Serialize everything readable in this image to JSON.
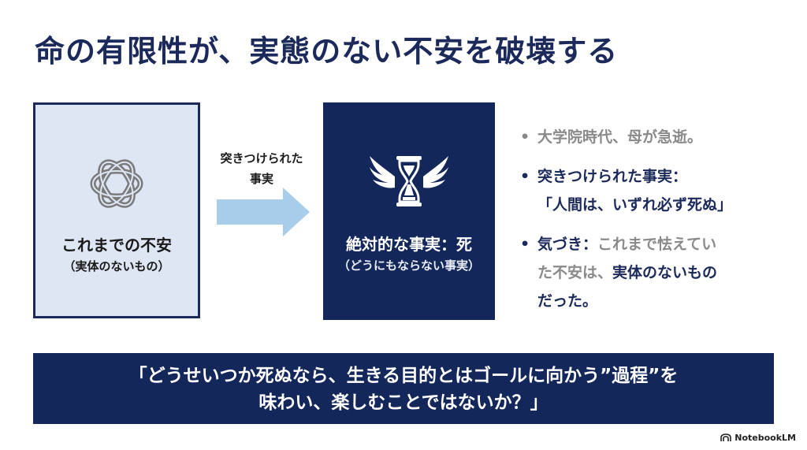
{
  "title": "命の有限性が、実態のない不安を破壊する",
  "left_box": {
    "icon": "knot-icon",
    "main": "これまでの不安",
    "sub": "（実体のないもの）"
  },
  "arrow_label": {
    "line1": "突きつけられた",
    "line2": "事実"
  },
  "right_box": {
    "icon": "winged-hourglass-icon",
    "main": "絶対的な事実：死",
    "sub": "（どうにもならない事実）"
  },
  "bullets": [
    {
      "text": "大学院時代、母が急逝。"
    },
    {
      "line1": "突きつけられた事実：",
      "line2": "「人間は、いずれ必ず死ぬ」"
    },
    {
      "lead": "気づき：",
      "part1": "これまで怯えてい",
      "part2": "た不安は、",
      "part3": "実体のないもの",
      "part4": "だった。"
    }
  ],
  "quote": {
    "line1": "「どうせいつか死ぬなら、生きる目的とはゴールに向かう”過程”を",
    "line2": "味わい、楽しむことではないか？」"
  },
  "logo": {
    "icon": "notebooklm-logo-icon",
    "text": "NotebookLM"
  },
  "colors": {
    "navy": "#13275b",
    "light_box": "#dde6f2",
    "arrow": "#a8cdea",
    "gray_text": "#8a8a8a"
  }
}
